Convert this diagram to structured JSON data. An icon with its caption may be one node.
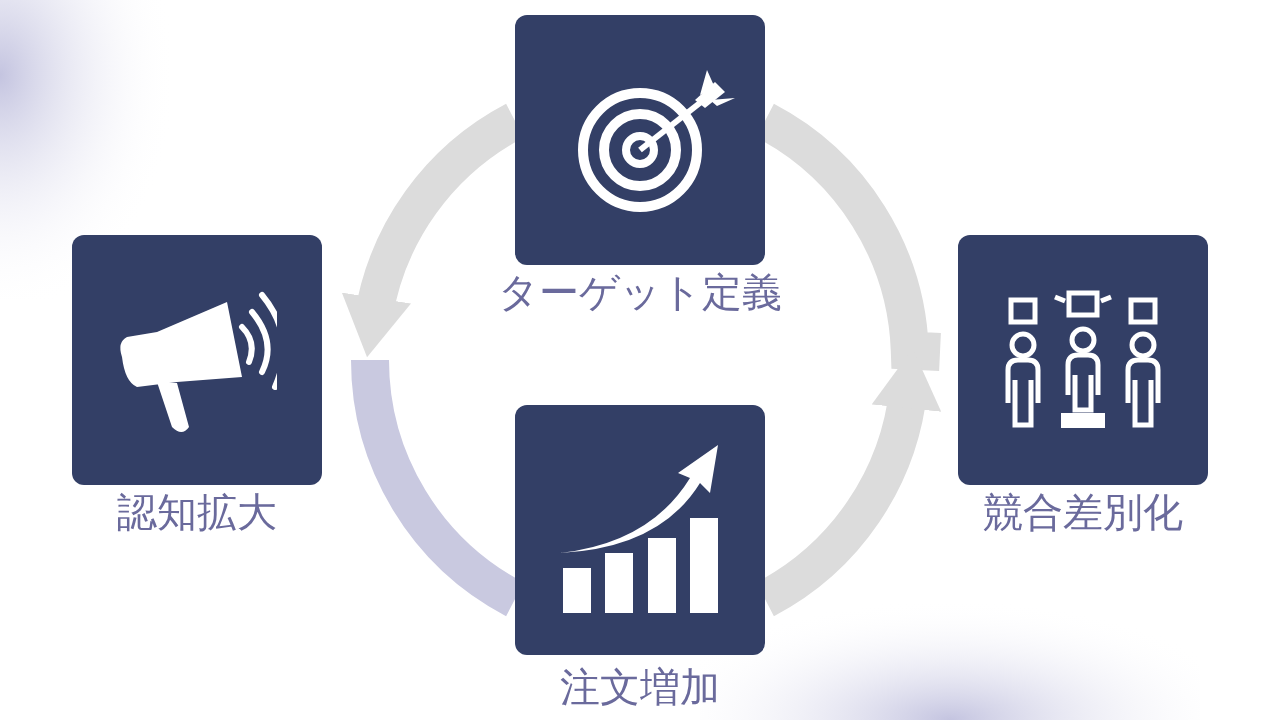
{
  "diagram": {
    "nodes": [
      {
        "text": [
          "ターゲット定義"
        ]
      },
      {
        "text": [
          "認知拡大"
        ]
      },
      {
        "text": [
          "競合差別化"
        ]
      },
      {
        "text": [
          "注文増加"
        ]
      }
    ],
    "edges": [
      {
        "from": 2,
        "to": 0,
        "arrow": "none"
      },
      {
        "from": 0,
        "to": 1,
        "arrow": "to"
      },
      {
        "from": 1,
        "to": 3,
        "arrow": "none",
        "color": "#c9c9e0"
      },
      {
        "from": 3,
        "to": 2,
        "arrow": "to"
      }
    ]
  }
}
